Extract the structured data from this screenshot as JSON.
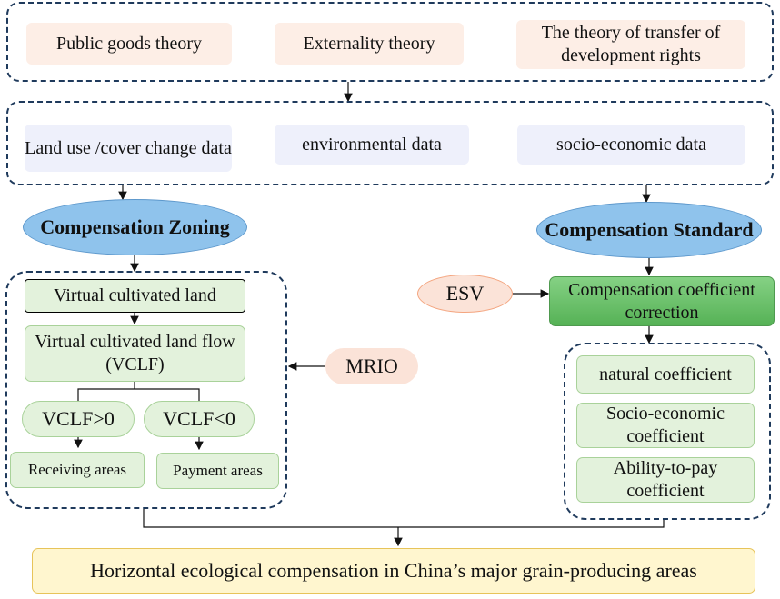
{
  "theories": [
    "Public goods theory",
    "Externality theory",
    "The theory of transfer of development rights"
  ],
  "data_sources": [
    "Land use /cover change data",
    "environmental data",
    "socio-economic data"
  ],
  "zoning": {
    "title": "Compensation Zoning",
    "virtual_land": "Virtual cultivated land",
    "vclf": "Virtual cultivated land flow (VCLF)",
    "positive": "VCLF>0",
    "negative": "VCLF<0",
    "receiving": "Receiving areas",
    "payment": "Payment areas"
  },
  "mrio": "MRIO",
  "standard": {
    "title": "Compensation Standard",
    "esv": "ESV",
    "correction": "Compensation coefficient correction",
    "natural": "natural coefficient",
    "socio": "Socio-economic coefficient",
    "ability": "Ability-to-pay coefficient"
  },
  "result": "Horizontal ecological compensation in China’s major grain-producing areas"
}
